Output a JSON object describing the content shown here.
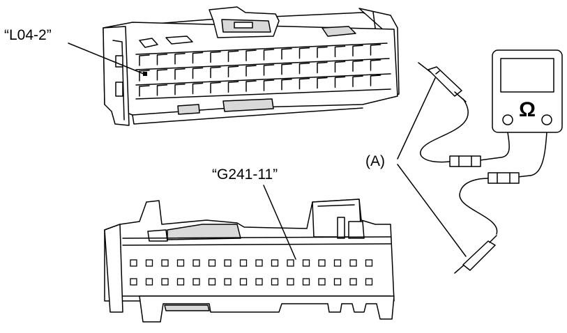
{
  "labels": {
    "connector_top": "“L04-2”",
    "connector_bottom": "“G241-11”",
    "probe_leads": "(A)"
  },
  "meter": {
    "symbol": "Ω"
  }
}
